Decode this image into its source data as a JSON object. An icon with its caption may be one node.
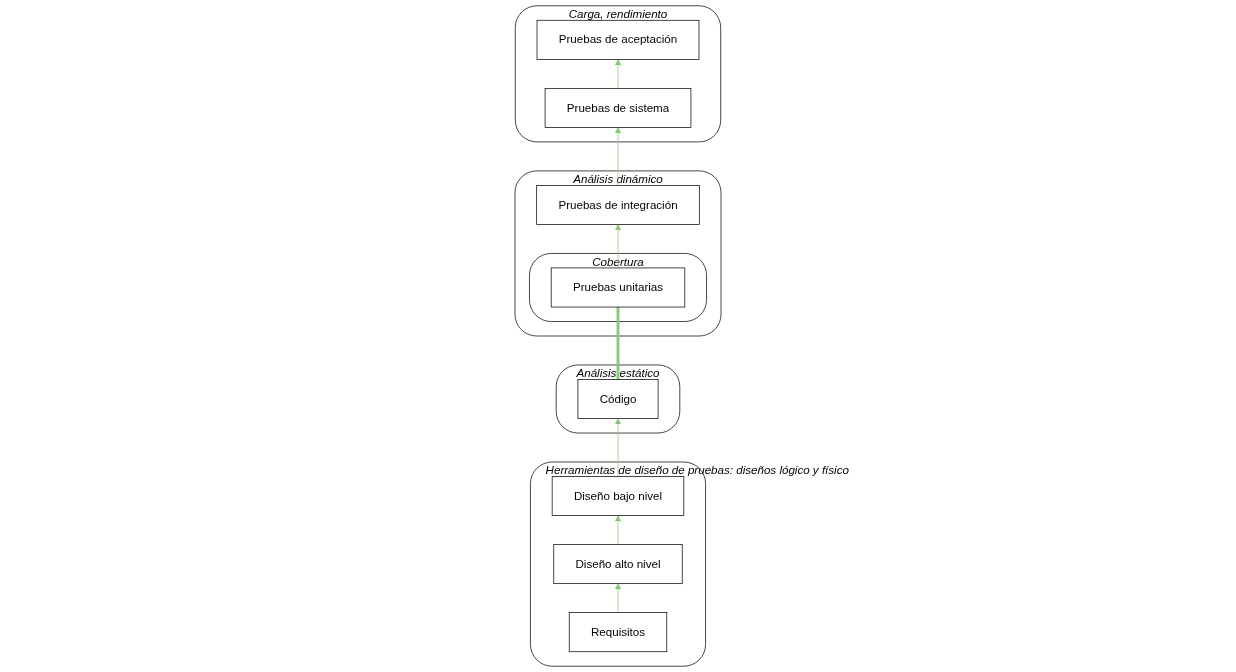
{
  "diagram": {
    "nodes": [
      {
        "text": [
          "Herramientas de diseño de pruebas: diseños lógico y físico"
        ]
      },
      {
        "text": [
          "Requisitos"
        ],
        "in": 0
      },
      {
        "text": [
          "Diseño alto nivel"
        ],
        "in": 0
      },
      {
        "text": [
          "Diseño bajo nivel"
        ],
        "in": 0
      },
      {
        "text": [
          "Carga, rendimiento"
        ]
      },
      {
        "text": [
          "Pruebas de aceptación"
        ],
        "in": 4
      },
      {
        "text": [
          "Pruebas de sistema"
        ],
        "in": 4
      },
      {
        "text": [
          "Análisis dinámico"
        ]
      },
      {
        "text": [
          "Pruebas de integración"
        ],
        "in": 7
      },
      {
        "text": [
          "Cobertura"
        ],
        "in": 7
      },
      {
        "text": [
          "Pruebas unitarias"
        ],
        "in": 9
      },
      {
        "text": [
          "Análisis estático"
        ]
      },
      {
        "text": [
          "Código"
        ],
        "in": 11
      }
    ],
    "edges": [
      {
        "from": 1,
        "to": 2,
        "arrow": "to"
      },
      {
        "from": 2,
        "to": 3,
        "arrow": "to"
      },
      {
        "from": 3,
        "to": 12,
        "arrow": "to"
      },
      {
        "from": 12,
        "to": 10,
        "arrow": "none",
        "style": "thick"
      },
      {
        "from": 10,
        "to": 8,
        "arrow": "to"
      },
      {
        "from": 8,
        "to": 6,
        "arrow": "to"
      },
      {
        "from": 6,
        "to": 5,
        "arrow": "to"
      }
    ]
  }
}
